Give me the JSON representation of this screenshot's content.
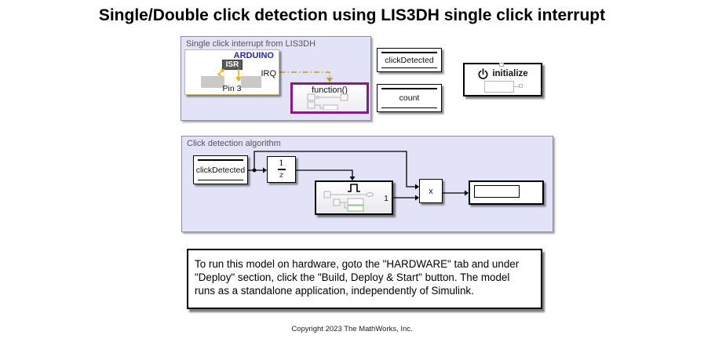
{
  "page": {
    "title": "Single/Double click detection using LIS3DH single click interrupt",
    "copyright": "Copyright 2023 The MathWorks, Inc."
  },
  "interrupt_area": {
    "title": "Single click interrupt from LIS3DH",
    "arduino_block": {
      "vendor": "ARDUINO",
      "isr_label": "ISR",
      "pin_label": "Pin 3",
      "irq_label": "IRQ"
    },
    "function_block": {
      "label": "function()"
    }
  },
  "data_store_memory": {
    "click_detected": {
      "label": "clickDetected"
    },
    "count": {
      "label": "count"
    }
  },
  "initialize_block": {
    "label": "initialize"
  },
  "algorithm_area": {
    "title": "Click detection algorithm",
    "data_store_read": {
      "label": "clickDetected"
    },
    "unit_delay": {
      "numerator": "1",
      "denominator": "z"
    },
    "subsystem": {
      "output_port_label": "1"
    },
    "product": {
      "label": "x"
    }
  },
  "note": {
    "text": "To run this model on hardware, goto the \"HARDWARE\" tab and under\n \"Deploy\" section, click the \"Build, Deploy & Start\" button. The model\n runs as a standalone application, independently of Simulink."
  },
  "colors": {
    "area_background": "#e3e3f8",
    "area_border": "#8e8e9e",
    "arduino_border": "#d2b878",
    "arduino_text_blue": "#2424cc",
    "isr_background": "#595959",
    "interrupt_wire_yellow": "#c49f0a",
    "function_border_purple": "#8b188b",
    "signal_wire": "#000000"
  }
}
